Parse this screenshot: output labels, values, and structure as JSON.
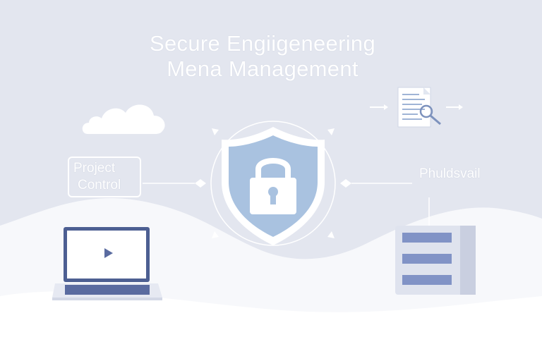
{
  "header": {
    "title_line1": "Secure Engiigeneering",
    "title_line2": "Mena Management"
  },
  "left_node": {
    "label_line1": "Project",
    "label_line2": "Control"
  },
  "right_node": {
    "label": "Phuldsvail"
  },
  "icons": {
    "cloud": "cloud-icon",
    "document": "document-search-icon",
    "shield": "shield-lock-icon",
    "laptop": "laptop-play-icon",
    "server": "server-icon"
  },
  "colors": {
    "background": "#e3e6ef",
    "wave": "#ffffff",
    "shield_fill": "#a9c2e0",
    "accent_blue": "#4d5f92"
  }
}
